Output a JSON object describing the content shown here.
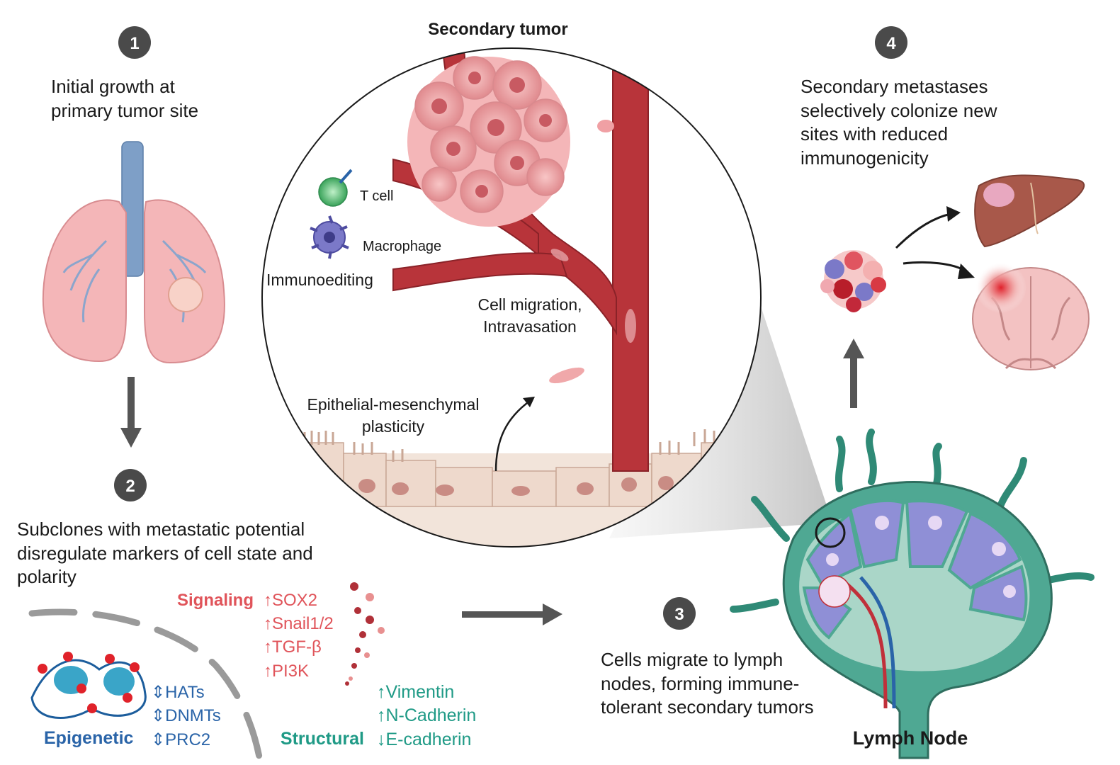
{
  "steps": [
    {
      "num": "1",
      "lines": [
        "Initial growth at",
        "primary tumor site"
      ]
    },
    {
      "num": "2",
      "lines": [
        "Subclones with metastatic potential",
        "disregulate markers of cell state and",
        "polarity"
      ]
    },
    {
      "num": "3",
      "lines": [
        "Cells migrate to lymph",
        "nodes, forming immune-",
        "tolerant secondary tumors"
      ]
    },
    {
      "num": "4",
      "lines": [
        "Secondary metastases",
        "selectively colonize new",
        "sites with reduced",
        "immunogenicity"
      ]
    }
  ],
  "inset": {
    "title": "Secondary tumor",
    "t_cell": "T cell",
    "macrophage": "Macrophage",
    "immunoediting": "Immunoediting",
    "migration": [
      "Cell migration,",
      "Intravasation"
    ],
    "emt": [
      "Epithelial-mesenchymal",
      "plasticity"
    ]
  },
  "lymph_node_label": "Lymph Node",
  "markers": {
    "signaling": {
      "label": "Signaling",
      "items": [
        "SOX2",
        "Snail1/2",
        "TGF-β",
        "PI3K"
      ]
    },
    "epigenetic": {
      "label": "Epigenetic",
      "items": [
        "HATs",
        "DNMTs",
        "PRC2"
      ]
    },
    "structural": {
      "label": "Structural",
      "items": [
        "Vimentin",
        "N-Cadherin",
        "E-cadherin"
      ]
    }
  },
  "arrows_glyphs": {
    "up": "↑",
    "down": "↓",
    "updown": "⇕"
  },
  "colors": {
    "badge": "#4a4a4a",
    "signaling": "#e0545a",
    "structural": "#1f9a86",
    "epigenetic": "#2a64a8",
    "vessel": "#b8343a",
    "lymph": "#2f8a76"
  }
}
